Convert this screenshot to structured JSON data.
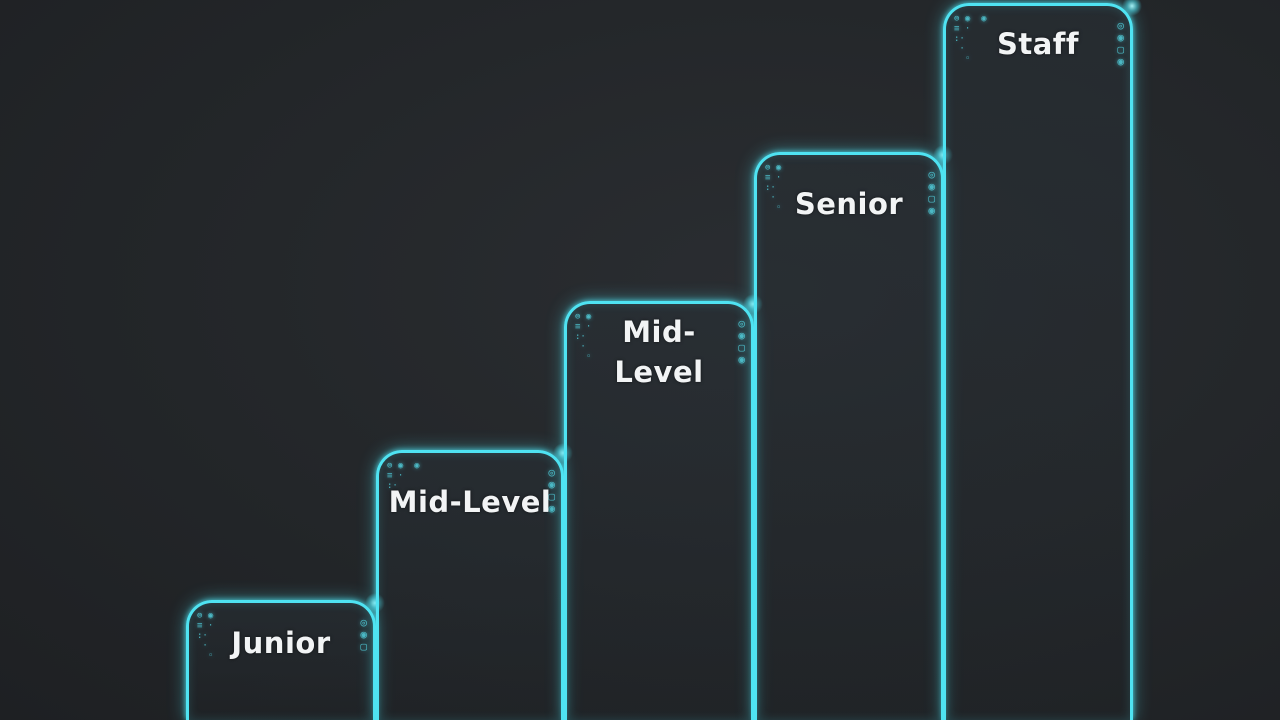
{
  "steps": [
    {
      "label": "Junior"
    },
    {
      "label": "Mid-Level"
    },
    {
      "label": "Mid-\nLevel"
    },
    {
      "label": "Senior"
    },
    {
      "label": "Staff"
    }
  ],
  "colors": {
    "background": "#24272a",
    "outline_glow": "#4fe3f2",
    "label_text": "#f2f4f5"
  },
  "icons": [
    "circuit-decoration-icon"
  ]
}
